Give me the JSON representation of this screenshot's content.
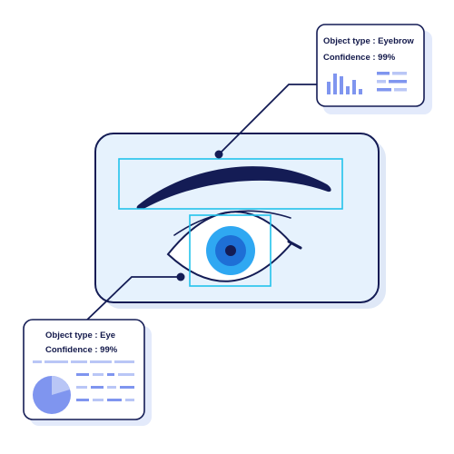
{
  "eyebrow_card": {
    "object_type": "Object type : Eyebrow",
    "confidence": "Confidence : 99%"
  },
  "eye_card": {
    "object_type": "Object type : Eye",
    "confidence": "Confidence : 99%"
  },
  "colors": {
    "navy": "#141c55",
    "panel_fill": "#e6f2fd",
    "detection_box": "#22c3ec",
    "iris_light": "#2fa8f2",
    "iris_dark": "#1e6fd6",
    "accent_bars": "#7f95ef",
    "accent_light": "#b9c6f6"
  },
  "icons": [
    "bar-chart-icon",
    "list-lines-icon",
    "pie-chart-icon",
    "text-lines-icon"
  ]
}
